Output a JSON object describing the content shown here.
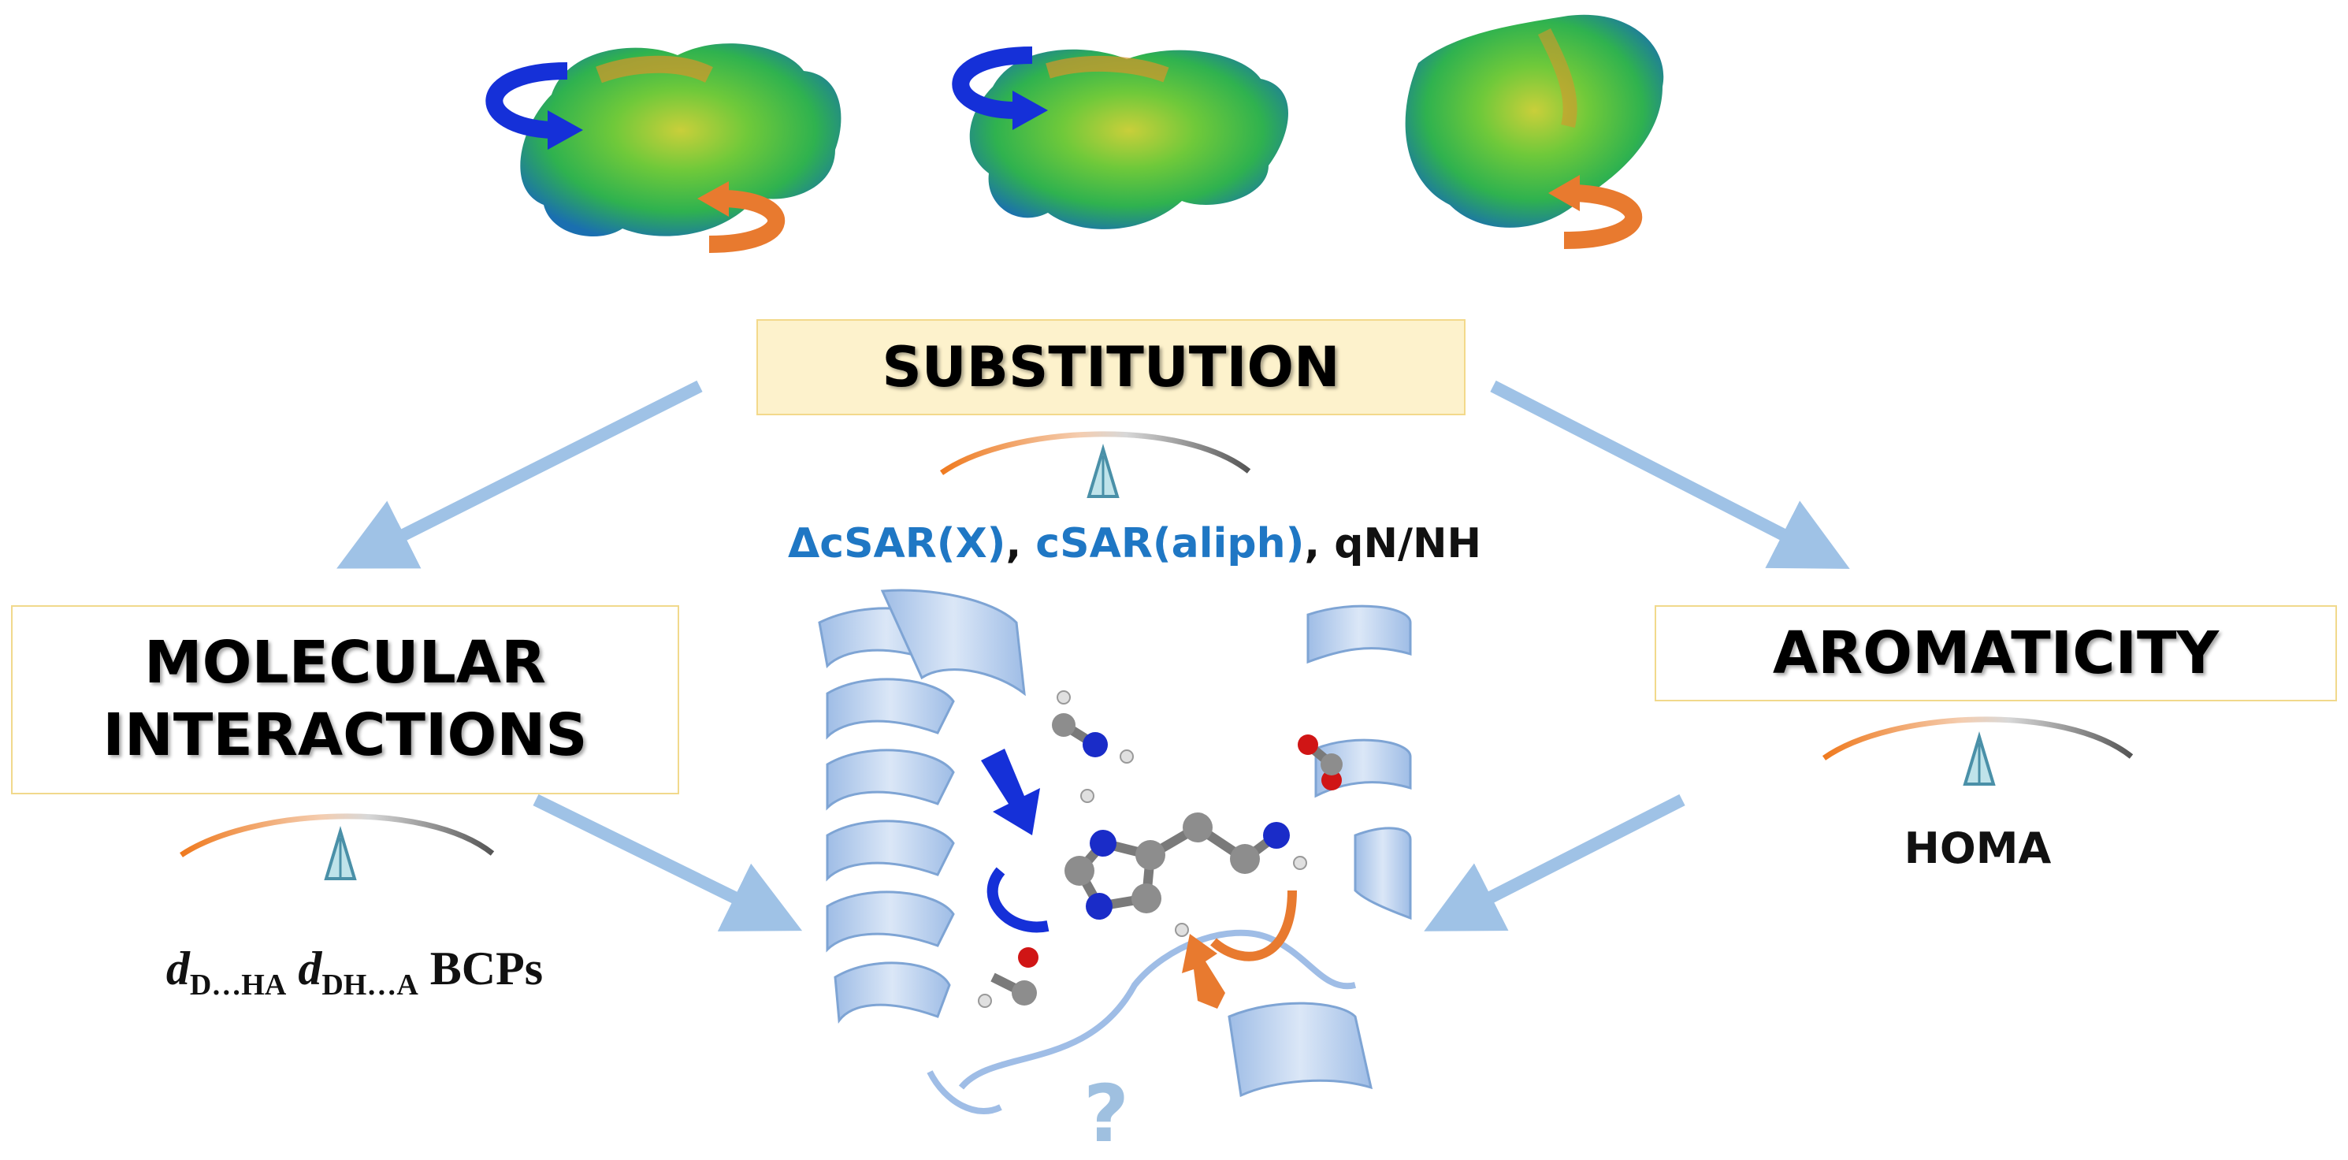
{
  "boxes": {
    "substitution": "SUBSTITUTION",
    "molecular_line1": "MOLECULAR",
    "molecular_line2": "INTERACTIONS",
    "aromaticity": "AROMATICITY"
  },
  "descriptors": {
    "substitution_part1": "ΔcSAR(X)",
    "substitution_sep1": ", ",
    "substitution_part2": "cSAR(aliph)",
    "substitution_sep2": ", ",
    "substitution_part3": "qN/NH",
    "aromaticity": "HOMA",
    "mol_d1": "d",
    "mol_sub1": "D…HA",
    "mol_d2": "d",
    "mol_sub2": "DH…A",
    "mol_rest": "BCPs"
  },
  "question_mark": "?",
  "colors": {
    "box_fill": "#fdf2cc",
    "box_border": "#f3d98b",
    "arrow_blue": "#9fc2e6",
    "descriptor_blue": "#1f77c4",
    "rotation_blue": "#1530d8",
    "rotation_orange": "#e87a2f",
    "ribbon": "#b6cfee"
  },
  "icons": [
    "rotation-arrow-blue",
    "rotation-arrow-orange",
    "tool-tip-icon",
    "molecule-surface",
    "protein-ribbon"
  ]
}
